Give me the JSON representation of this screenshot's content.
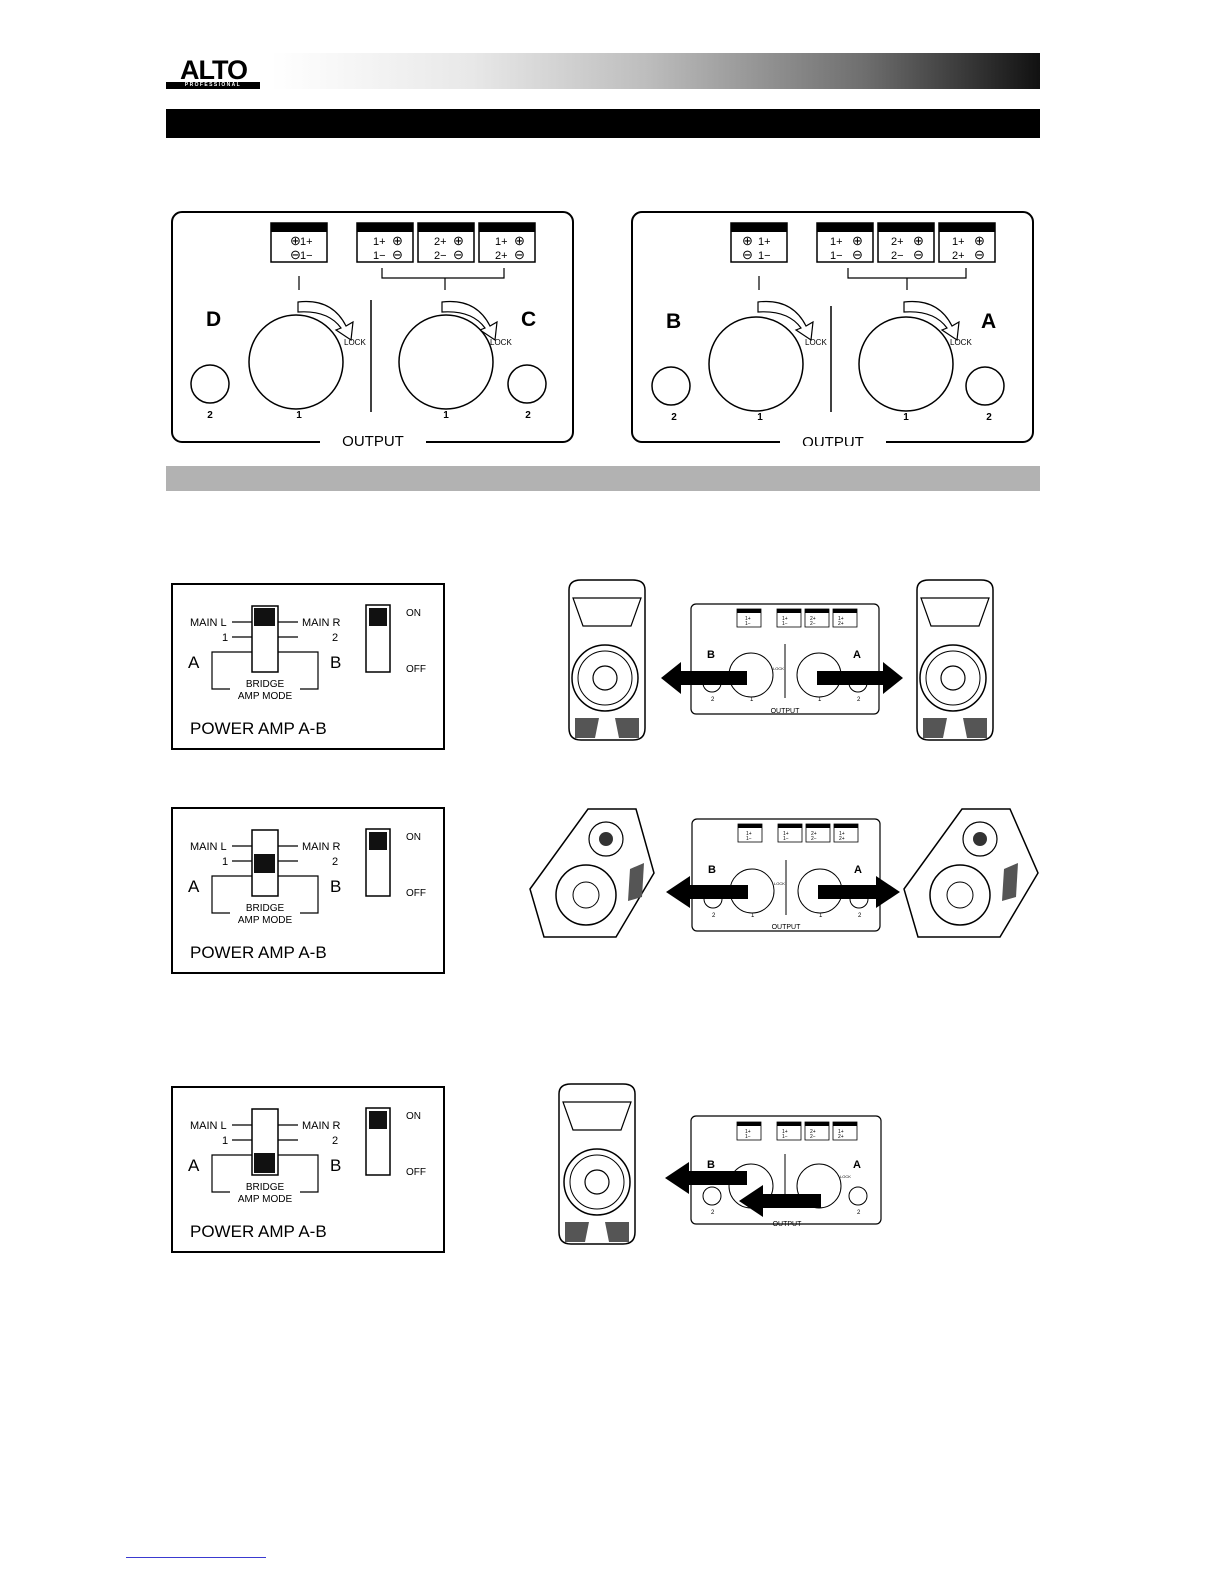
{
  "brand": {
    "logo_text": "ALTO",
    "logo_subtext": "PROFESSIONAL"
  },
  "output_panels": [
    {
      "terminal_single": {
        "plus": "1+",
        "minus": "1−"
      },
      "terminal_group": [
        {
          "top": "1+",
          "bottom": "1−"
        },
        {
          "top": "2+",
          "bottom": "2−"
        },
        {
          "top": "1+",
          "bottom": "2+"
        }
      ],
      "lock_left": "LOCK",
      "lock_right": "LOCK",
      "channel_left": "D",
      "channel_right": "C",
      "jack_labels": [
        "2",
        "1",
        "1",
        "2"
      ],
      "output_label": "OUTPUT"
    },
    {
      "terminal_single": {
        "plus": "1+",
        "minus": "1−"
      },
      "terminal_group": [
        {
          "top": "1+",
          "bottom": "1−"
        },
        {
          "top": "2+",
          "bottom": "2−"
        },
        {
          "top": "1+",
          "bottom": "2+"
        }
      ],
      "lock_left": "LOCK",
      "lock_right": "LOCK",
      "channel_left": "B",
      "channel_right": "A",
      "jack_labels": [
        "2",
        "1",
        "1",
        "2"
      ],
      "output_label": "OUTPUT"
    }
  ],
  "switch_panels": [
    {
      "main_l": "MAIN L",
      "main_r": "MAIN R",
      "ch1": "1",
      "ch2": "2",
      "a": "A",
      "b": "B",
      "bridge_1": "BRIDGE",
      "bridge_2": "AMP MODE",
      "on": "ON",
      "off": "OFF",
      "title": "POWER AMP A-B",
      "selector_position": "top",
      "power_state": "on"
    },
    {
      "main_l": "MAIN L",
      "main_r": "MAIN R",
      "ch1": "1",
      "ch2": "2",
      "a": "A",
      "b": "B",
      "bridge_1": "BRIDGE",
      "bridge_2": "AMP MODE",
      "on": "ON",
      "off": "OFF",
      "title": "POWER AMP A-B",
      "selector_position": "middle",
      "power_state": "on"
    },
    {
      "main_l": "MAIN L",
      "main_r": "MAIN R",
      "ch1": "1",
      "ch2": "2",
      "a": "A",
      "b": "B",
      "bridge_1": "BRIDGE",
      "bridge_2": "AMP MODE",
      "on": "ON",
      "off": "OFF",
      "title": "POWER AMP A-B",
      "selector_position": "bottom",
      "power_state": "on"
    }
  ],
  "diagrams": [
    {
      "channel_left": "B",
      "channel_right": "A",
      "lock": "LOCK",
      "jack_labels": [
        "2",
        "1",
        "1",
        "2"
      ],
      "output_label": "OUTPUT",
      "terminals": [
        "1+",
        "1−",
        "1+",
        "1−",
        "2+",
        "2−",
        "1+",
        "2+"
      ]
    },
    {
      "channel_left": "B",
      "channel_right": "A",
      "lock": "LOCK",
      "jack_labels": [
        "2",
        "1",
        "1",
        "2"
      ],
      "output_label": "OUTPUT",
      "terminals": [
        "1+",
        "1−",
        "1+",
        "1−",
        "2+",
        "2−",
        "1+",
        "2+"
      ]
    },
    {
      "channel_left": "B",
      "channel_right": "A",
      "lock": "LOCK",
      "jack_labels": [
        "2",
        "2"
      ],
      "output_label": "OUTPUT",
      "terminals": [
        "1+",
        "1−",
        "1+",
        "1−",
        "2+",
        "2−",
        "1+",
        "2+"
      ]
    }
  ]
}
